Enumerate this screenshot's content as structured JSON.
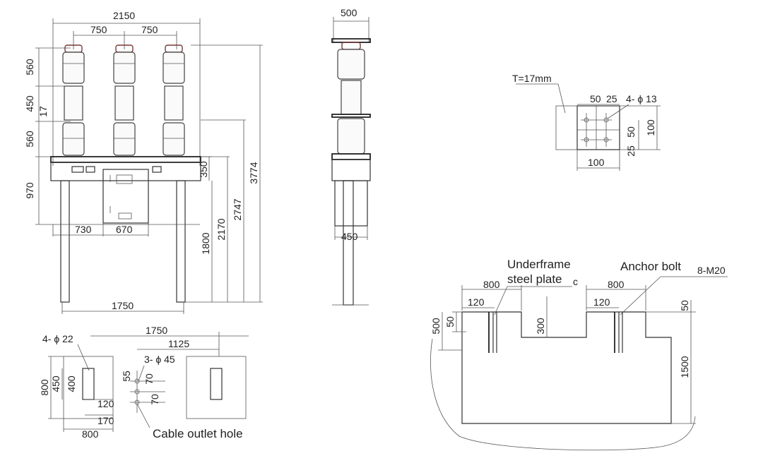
{
  "front_view": {
    "dims": {
      "total_width": "2150",
      "pitch_left": "750",
      "pitch_right": "750",
      "h_top": "560",
      "h_mid": "450",
      "h_gap": "17",
      "h_low": "560",
      "h_box": "970",
      "h_350": "350",
      "h_1800": "1800",
      "h_2170": "2170",
      "h_2747": "2747",
      "h_3774": "3774",
      "w_730": "730",
      "w_670": "670",
      "base_1750": "1750"
    }
  },
  "side_view": {
    "dims": {
      "top_width": "500",
      "bottom_width": "450"
    }
  },
  "plate_detail": {
    "thickness_label": "T=17mm",
    "dims": {
      "d50": "50",
      "d25": "25",
      "holes": "4- ϕ 13",
      "v50": "50",
      "v100": "100",
      "v25": "25",
      "bottom_100": "100"
    }
  },
  "floor_plan": {
    "dims": {
      "holes": "4- ϕ 22",
      "w_1750": "1750",
      "w_1125": "1125",
      "cable_holes": "3- ϕ 45",
      "h_800": "800",
      "h_450": "450",
      "h_400": "400",
      "d_55": "55",
      "d_70a": "70",
      "d_70b": "70",
      "d_120": "120",
      "d_170": "170",
      "w_800": "800"
    },
    "cable_label": "Cable outlet hole"
  },
  "foundation": {
    "underframe_line1": "Underframe",
    "underframe_line2": "steel plate",
    "underframe_suffix": "c",
    "anchor_label": "Anchor bolt",
    "anchor_spec": "8-M20",
    "dims": {
      "left_800": "800",
      "right_800": "800",
      "left_120": "120",
      "right_120": "120",
      "h_500": "500",
      "h_50": "50",
      "h_300": "300",
      "r_50": "50",
      "h_1500": "1500"
    }
  }
}
